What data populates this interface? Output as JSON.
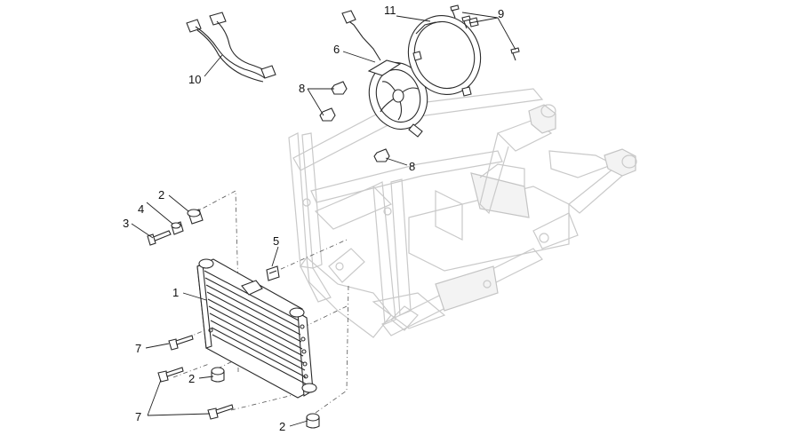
{
  "callouts": [
    {
      "id": "c1",
      "text": "1"
    },
    {
      "id": "c2a",
      "text": "2"
    },
    {
      "id": "c2b",
      "text": "2"
    },
    {
      "id": "c2c",
      "text": "2"
    },
    {
      "id": "c3",
      "text": "3"
    },
    {
      "id": "c4",
      "text": "4"
    },
    {
      "id": "c5",
      "text": "5"
    },
    {
      "id": "c6",
      "text": "6"
    },
    {
      "id": "c7a",
      "text": "7"
    },
    {
      "id": "c7b",
      "text": "7"
    },
    {
      "id": "c8a",
      "text": "8"
    },
    {
      "id": "c8b",
      "text": "8"
    },
    {
      "id": "c9",
      "text": "9"
    },
    {
      "id": "c10",
      "text": "10"
    },
    {
      "id": "c11",
      "text": "11"
    }
  ],
  "colors": {
    "part_stroke": "#2a2a2a",
    "frame_ghost": "#c9c9c9",
    "background": "#ffffff"
  }
}
